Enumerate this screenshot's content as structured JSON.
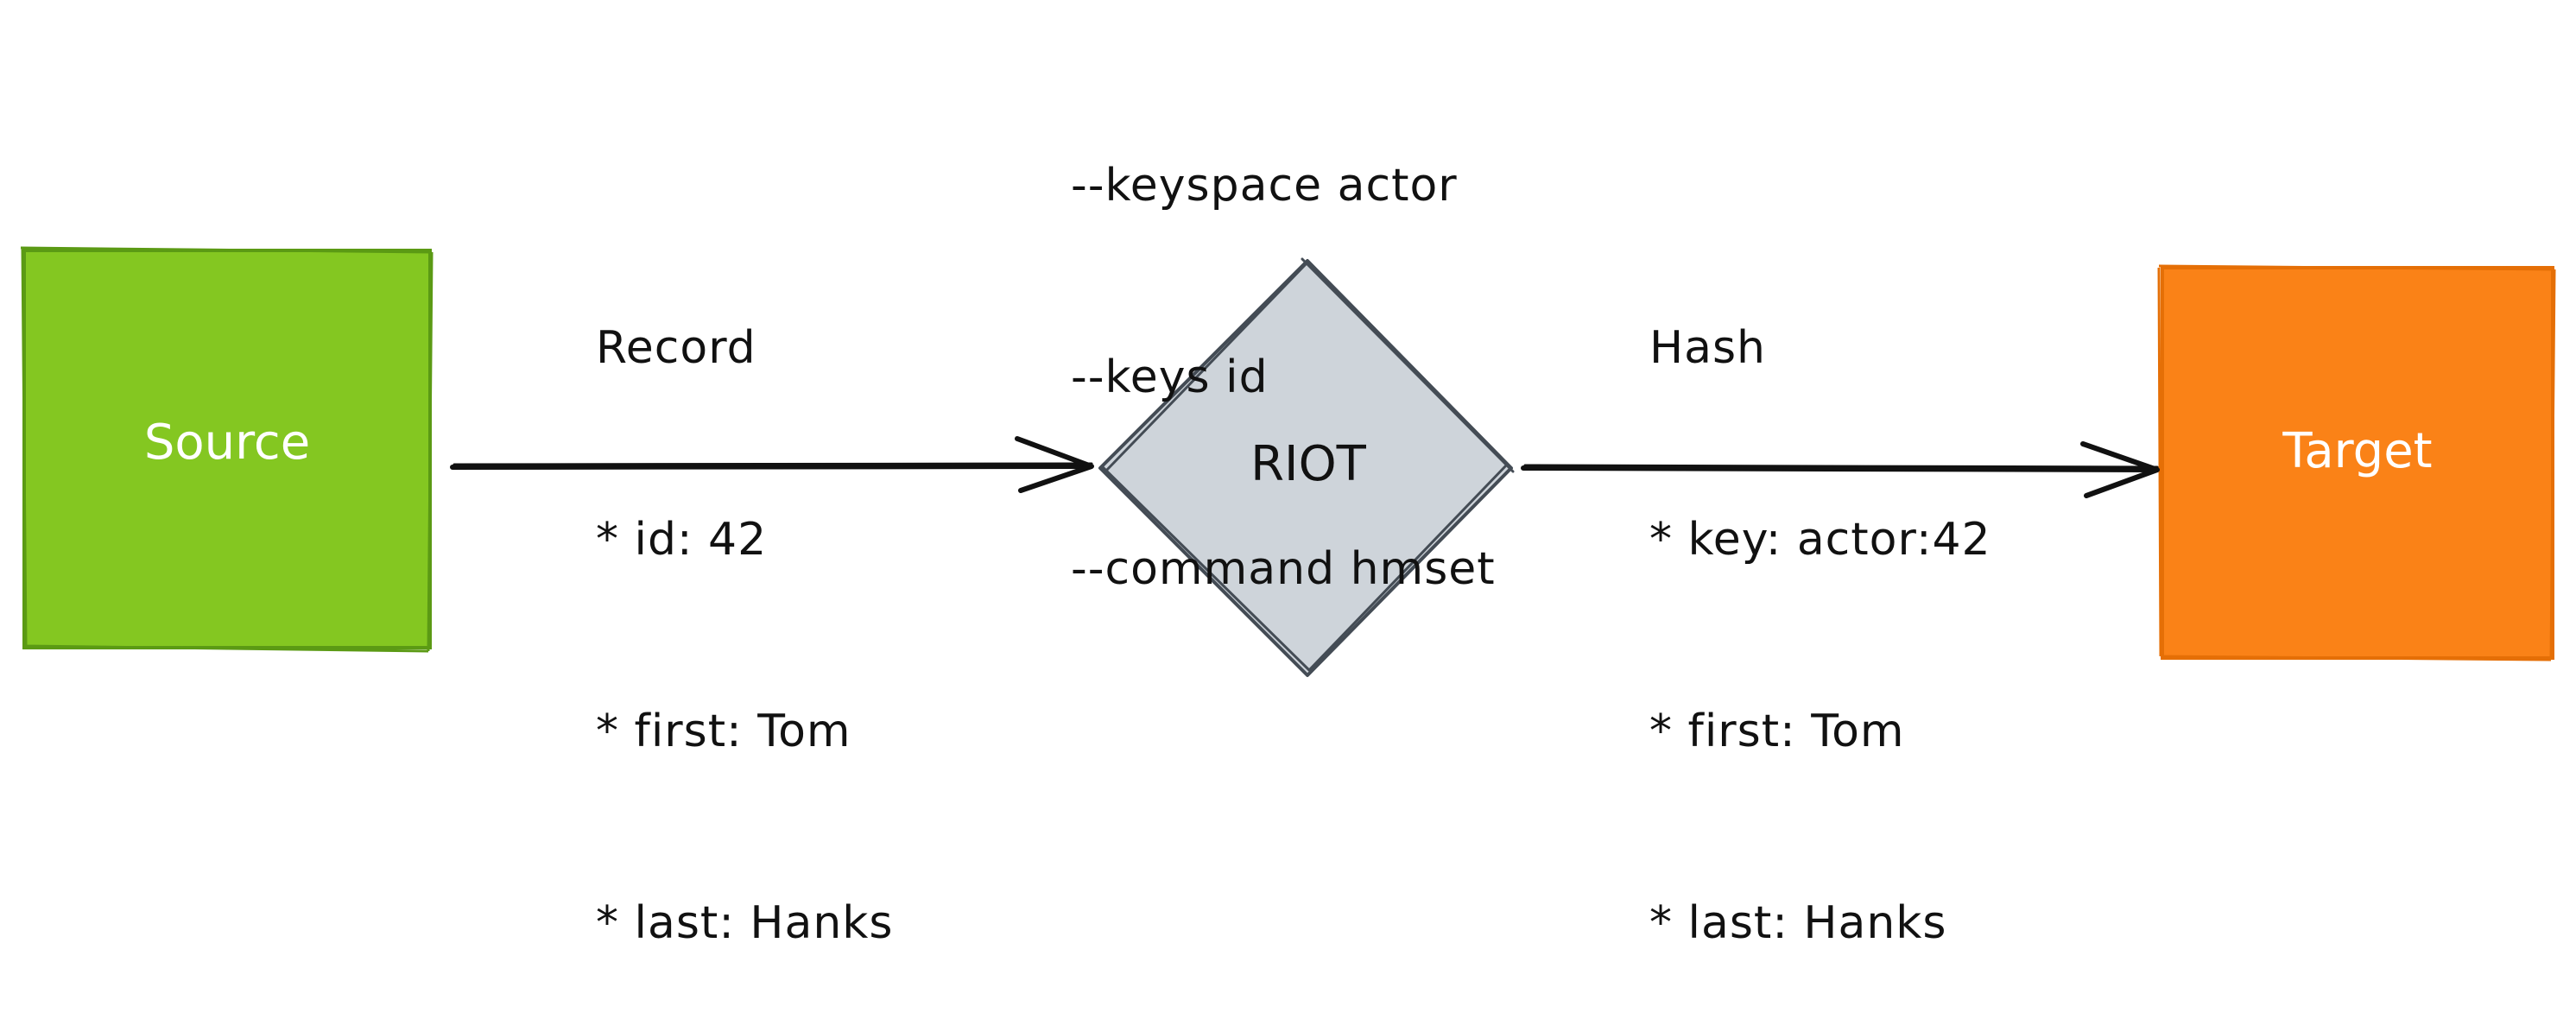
{
  "nodes": {
    "source": {
      "label": "Source",
      "fill": "#84c721",
      "stroke": "#5b9a14"
    },
    "processor": {
      "label": "RIOT",
      "fill": "#ced4da",
      "stroke": "#444c55"
    },
    "target": {
      "label": "Target",
      "fill": "#fa8217",
      "stroke": "#e56f06"
    }
  },
  "options": {
    "lines": [
      "--keyspace actor",
      "--keys id",
      "--command hmset"
    ]
  },
  "record": {
    "title": "Record",
    "fields": [
      "* id: 42",
      "* first: Tom",
      "* last: Hanks"
    ]
  },
  "hash": {
    "title": "Hash",
    "fields": [
      "* key: actor:42",
      "* first: Tom",
      "* last: Hanks"
    ]
  },
  "edges": [
    {
      "from": "Source",
      "to": "RIOT"
    },
    {
      "from": "RIOT",
      "to": "Target"
    }
  ]
}
